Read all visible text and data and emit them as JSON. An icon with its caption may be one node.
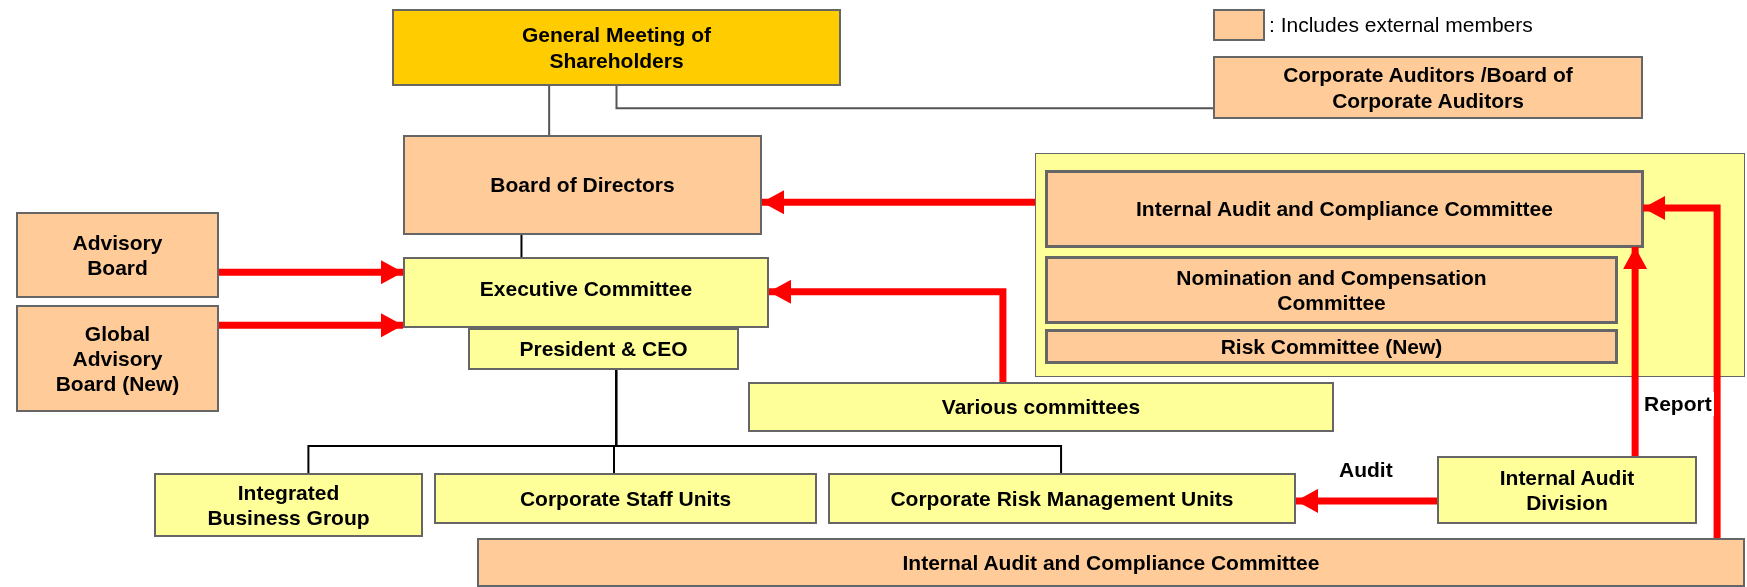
{
  "diagram": {
    "nodes": [
      {
        "text": [
          "General Meeting of Shareholders"
        ]
      },
      {
        "text": [
          "Corporate Auditors /Board of Corporate Auditors"
        ]
      },
      {
        "text": [
          "Board of Directors"
        ]
      },
      {
        "text": [],
        "shape": "box"
      },
      {
        "text": [
          "Internal Audit and Compliance Committee"
        ],
        "in": 3
      },
      {
        "text": [
          "Nomination and Compensation Committee"
        ],
        "in": 3
      },
      {
        "text": [
          "Risk Committee (New)"
        ],
        "in": 3
      },
      {
        "text": [
          "Advisory Board"
        ]
      },
      {
        "text": [
          "Global Advisory Board (New)"
        ]
      },
      {
        "text": [
          "Executive Committee"
        ]
      },
      {
        "text": [
          "President & CEO"
        ]
      },
      {
        "text": [
          "Various committees"
        ]
      },
      {
        "text": [
          "Integrated Business Group"
        ]
      },
      {
        "text": [
          "Corporate Staff Units"
        ]
      },
      {
        "text": [
          "Corporate Risk Management Units"
        ]
      },
      {
        "text": [
          "Internal Audit Division"
        ]
      },
      {
        "text": [
          "Internal Audit and Compliance Committee"
        ]
      }
    ],
    "edges": [
      {
        "from": 0,
        "to": 2,
        "arrow": "none",
        "color": "#555555"
      },
      {
        "from": 0,
        "to": 1,
        "arrow": "none",
        "color": "#555555"
      },
      {
        "from": 3,
        "to": 2,
        "arrow": "to"
      },
      {
        "from": 2,
        "to": 9,
        "arrow": "none",
        "color": "#000000"
      },
      {
        "from": 7,
        "to": 9,
        "arrow": "to"
      },
      {
        "from": 8,
        "to": 9,
        "arrow": "to"
      },
      {
        "from": 11,
        "to": 9,
        "arrow": "to"
      },
      {
        "from": 10,
        "to": 12,
        "arrow": "none",
        "color": "#000000"
      },
      {
        "from": 10,
        "to": 13,
        "arrow": "none",
        "color": "#000000"
      },
      {
        "from": 10,
        "to": 14,
        "arrow": "none",
        "color": "#000000"
      },
      {
        "from": 15,
        "to": 14,
        "arrow": "to",
        "label": "Audit"
      },
      {
        "from": 15,
        "to": 4,
        "arrow": "to"
      },
      {
        "from": 16,
        "to": 4,
        "arrow": "to",
        "label": "Report"
      }
    ],
    "legend": [
      {
        "text": ": Includes external members",
        "color": "#ffcc99"
      }
    ]
  }
}
